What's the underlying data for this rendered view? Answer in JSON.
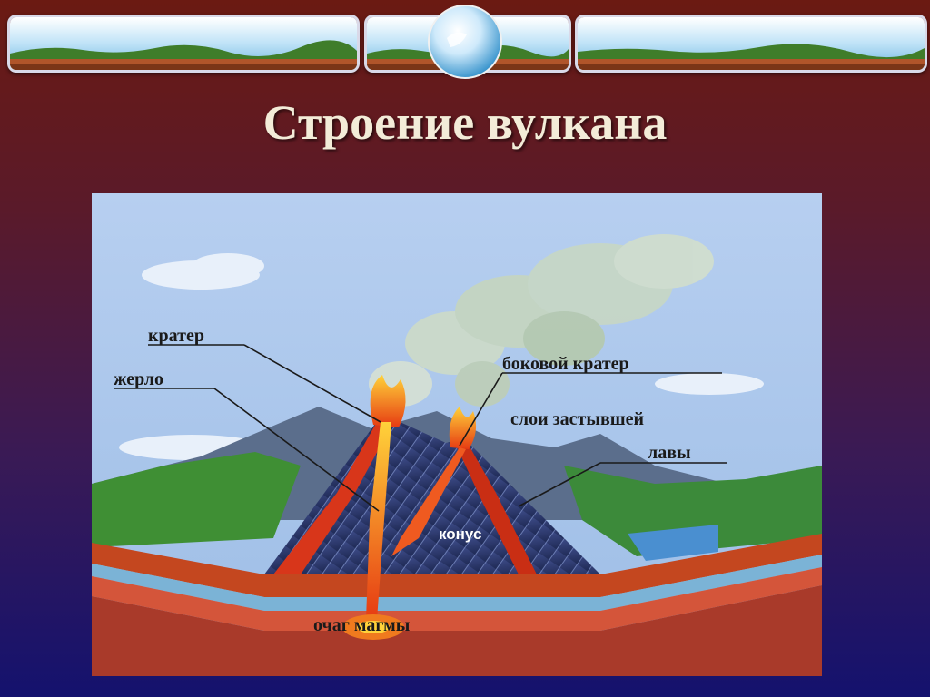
{
  "title": "Строение вулкана",
  "diagram": {
    "labels": {
      "crater": "кратер",
      "vent": "жерло",
      "side_crater": "боковой кратер",
      "lava_layers_line1": "слои застывшей",
      "lava_layers_line2": "лавы",
      "cone": "конус",
      "magma_chamber": "очаг магмы"
    }
  },
  "colors": {
    "background_top": "#6b1a12",
    "background_bottom": "#14126e",
    "title": "#f3ecd8",
    "sky": "#a6c4ea",
    "lava": "#e8491c",
    "cone": "#2e3a6e"
  }
}
